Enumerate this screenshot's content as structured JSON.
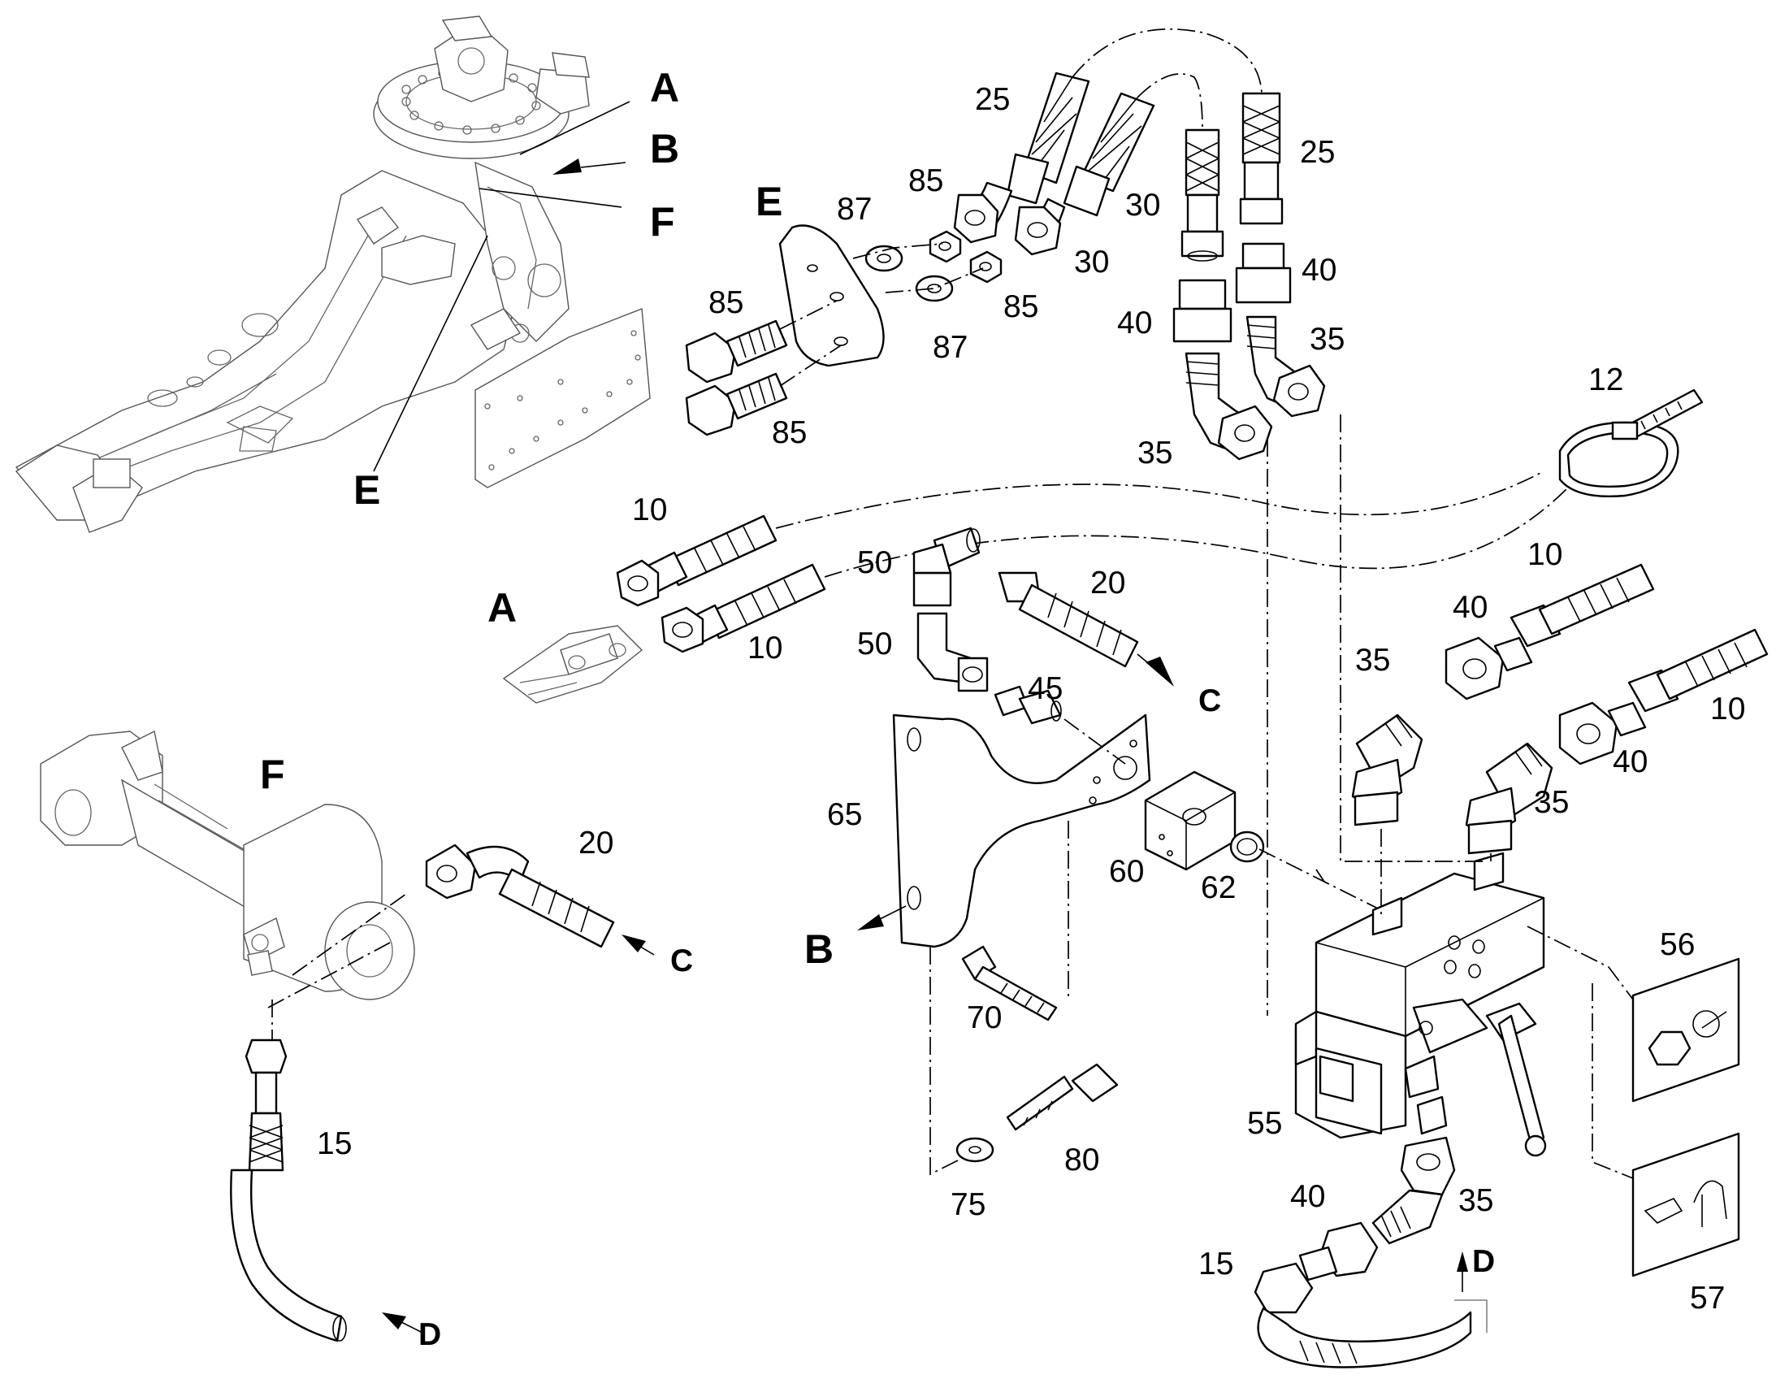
{
  "callouts": {
    "c25a": "25",
    "c25b": "25",
    "c30a": "30",
    "c30b": "30",
    "c85a": "85",
    "c85b": "85",
    "c85c": "85",
    "c85d": "85",
    "c87a": "87",
    "c87b": "87",
    "c40a": "40",
    "c40b": "40",
    "c40c": "40",
    "c40d": "40",
    "c40e": "40",
    "c35a": "35",
    "c35b": "35",
    "c35c": "35",
    "c35d": "35",
    "c35e": "35",
    "c12": "12",
    "c10a": "10",
    "c10b": "10",
    "c10c": "10",
    "c10d": "10",
    "c50a": "50",
    "c50b": "50",
    "c20a": "20",
    "c20b": "20",
    "c45": "45",
    "c65": "65",
    "c60": "60",
    "c62": "62",
    "c56": "56",
    "c57": "57",
    "c70": "70",
    "c80": "80",
    "c75": "75",
    "c55": "55",
    "c15a": "15",
    "c15b": "15"
  },
  "view_letters": {
    "overview_A": "A",
    "overview_B": "B",
    "overview_F": "F",
    "overview_E": "E",
    "detail_E": "E",
    "detail_A": "A",
    "detail_F": "F",
    "detail_B": "B"
  },
  "flow_letters": {
    "c_top": "C",
    "c_left": "C",
    "d_left": "D",
    "d_right": "D"
  }
}
